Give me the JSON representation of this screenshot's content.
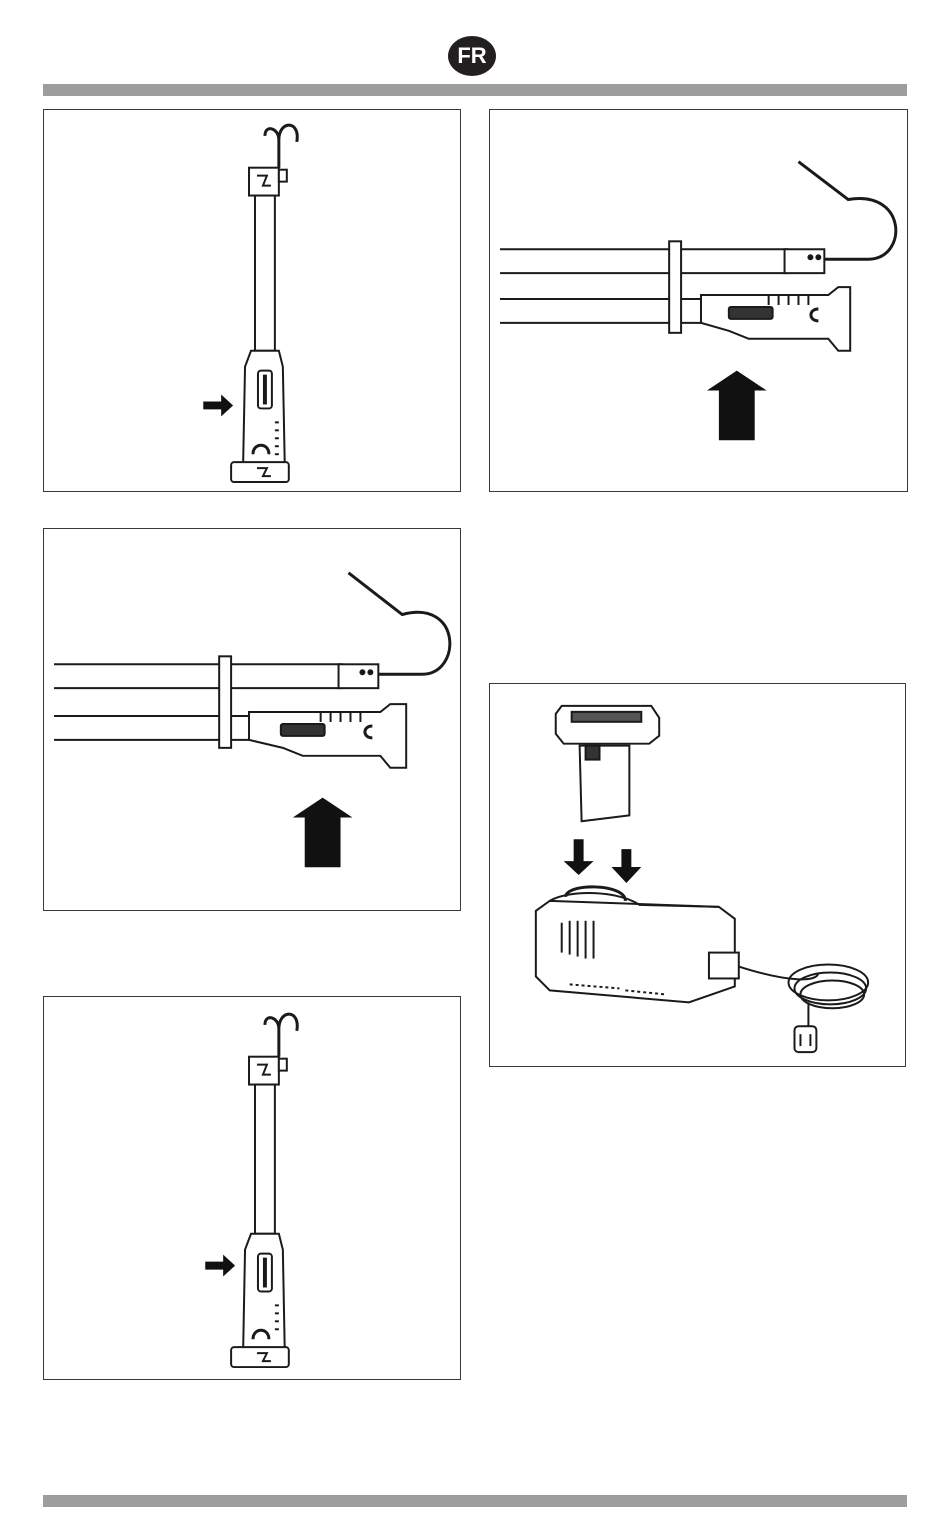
{
  "header": {
    "language_badge": "FR",
    "bar_color": "#9d9d9d",
    "badge_color": "#231f20"
  },
  "figures": [
    {
      "id": "fig-1",
      "content": "vertical-light-with-hook",
      "arrow": "right"
    },
    {
      "id": "fig-2",
      "content": "horizontal-light-on-rail",
      "arrow": "up"
    },
    {
      "id": "fig-3",
      "content": "horizontal-light-on-rail",
      "arrow": "up"
    },
    {
      "id": "fig-4",
      "content": "battery-and-charger",
      "arrow": "down"
    },
    {
      "id": "fig-5",
      "content": "vertical-light-with-hook",
      "arrow": "right"
    }
  ]
}
